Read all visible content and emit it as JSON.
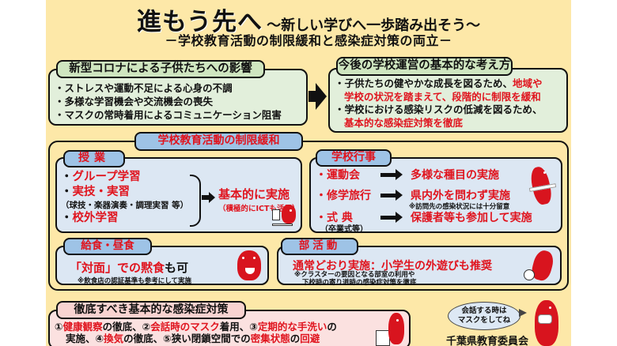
{
  "header": {
    "title": "進もう先へ",
    "title_sub": "～新しい学びへ一歩踏み出そう～",
    "subtitle": "－学校教育活動の制限緩和と感染症対策の両立－"
  },
  "impact": {
    "heading": "新型コロナによる子供たちへの影響",
    "items": [
      "・ストレスや運動不足による心身の不調",
      "・多様な学習機会や交流機会の喪失",
      "・マスクの常時着用によるコミュニケーション阻害"
    ]
  },
  "arrow_icon": "right-arrow-icon",
  "policy": {
    "heading": "今後の学校運営の基本的な考え方",
    "item1_black": "・子供たちの健やかな成長を図るため、",
    "item1_red_a": "地域や",
    "item1_red_b": "学校の状況を踏まえて、段階的に制限を緩和",
    "item2_black": "・学校における感染リスクの低減を図るため、",
    "item2_red": "基本的な感染症対策を徹底"
  },
  "relax": {
    "heading": "学校教育活動の制限緩和",
    "class": {
      "heading": "授業",
      "items": [
        {
          "bullet": "・",
          "label": "グループ学習"
        },
        {
          "bullet": "・",
          "label": "実技・実習"
        },
        {
          "bullet": "・",
          "label": "校外学習"
        }
      ],
      "note": "（球技・楽器演奏・調理実習 等）",
      "result": "基本的に実施",
      "result_note": "（積極的にICTも活用）"
    },
    "events": {
      "heading": "学校行事",
      "rows": [
        {
          "label": "・運動会",
          "result": "多様な種目の実施"
        },
        {
          "label": "・修学旅行",
          "result": "県内外を問わず実施"
        },
        {
          "label": "・式 典",
          "result": "保護者等も参加して実施"
        }
      ],
      "travel_note": "※訪問先の感染状況には十分留意",
      "ceremony_sub": "（卒業式等）"
    },
    "lunch": {
      "heading": "給食・昼食",
      "main_red": "「対面」での黙食",
      "main_black": "も可",
      "note": "※飲食店の認証基準も参考にして実施"
    },
    "club": {
      "heading": "部活動",
      "main": "通常どおり実施：小学生の外遊びも推奨",
      "note1": "※クラスターの要因となる部室の利用や",
      "note2": "下校時の寄り道時の感染症対策を徹底"
    }
  },
  "measures": {
    "heading": "徹底すべき基本的な感染症対策",
    "line1": [
      {
        "t": "①",
        "red": false
      },
      {
        "t": "健康観察",
        "red": true
      },
      {
        "t": "の徹底、②",
        "red": false
      },
      {
        "t": "会話時のマスク",
        "red": true
      },
      {
        "t": "着用、③",
        "red": false
      },
      {
        "t": "定期的な手洗い",
        "red": true
      },
      {
        "t": "の",
        "red": false
      }
    ],
    "line2": [
      {
        "t": "実施、④",
        "red": false
      },
      {
        "t": "換気",
        "red": true
      },
      {
        "t": "の徹底、⑤狭い閉鎖空間での",
        "red": false
      },
      {
        "t": "密集状態",
        "red": true
      },
      {
        "t": "の",
        "red": false
      },
      {
        "t": "回避",
        "red": true
      }
    ]
  },
  "speech": {
    "line1": "会話する時は",
    "line2": "マスクをしてね"
  },
  "signature": "千葉県教育委員会",
  "colors": {
    "background": "#fde8a8",
    "accent_red": "#e0141e",
    "green_panel": "#e2efdb",
    "blue_panel": "#dce7f3",
    "blue_tab": "#9ec3e6",
    "pink_panel": "#fbe1e0"
  }
}
